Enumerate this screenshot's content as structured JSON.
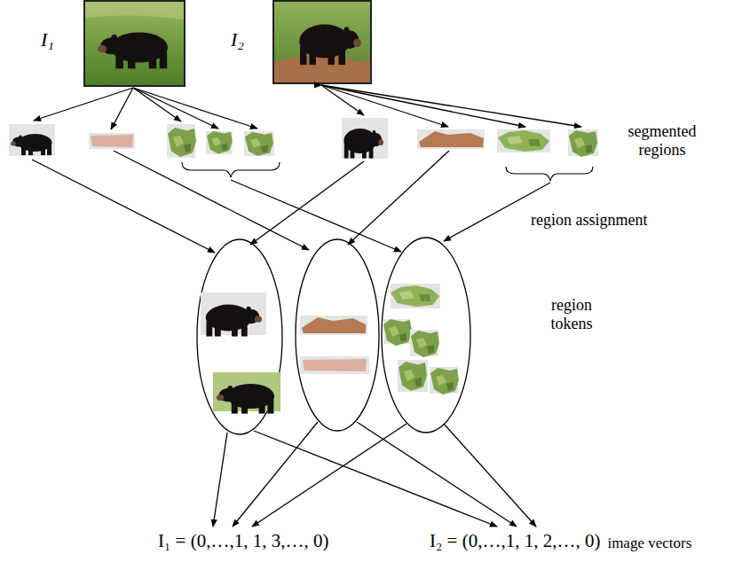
{
  "diagram": {
    "nodes": [
      {
        "text": [
          "I₁"
        ]
      },
      {
        "text": [
          "I₂"
        ]
      }
    ],
    "labels": [
      "segmented regions",
      "region assignment",
      "region tokens",
      "I₁ = (0,…,1, 1, 3,…, 0)",
      "I₂ = (0,…,1, 1, 2,…, 0)",
      "image vectors"
    ]
  }
}
